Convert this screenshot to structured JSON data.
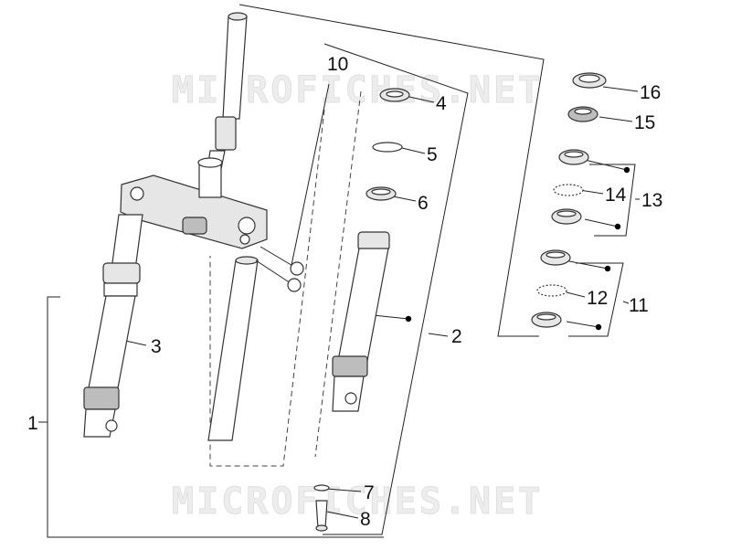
{
  "watermark": "MICROFICHES.NET",
  "callouts": {
    "c1": "1",
    "c2": "2",
    "c3": "3",
    "c4": "4",
    "c5": "5",
    "c6": "6",
    "c7": "7",
    "c8": "8",
    "c10": "10",
    "c11": "11",
    "c12": "12",
    "c13": "13",
    "c14": "14",
    "c15": "15",
    "c16": "16"
  },
  "colors": {
    "lines": "#222222",
    "watermark": "#e6e6e6",
    "background": "#ffffff"
  }
}
